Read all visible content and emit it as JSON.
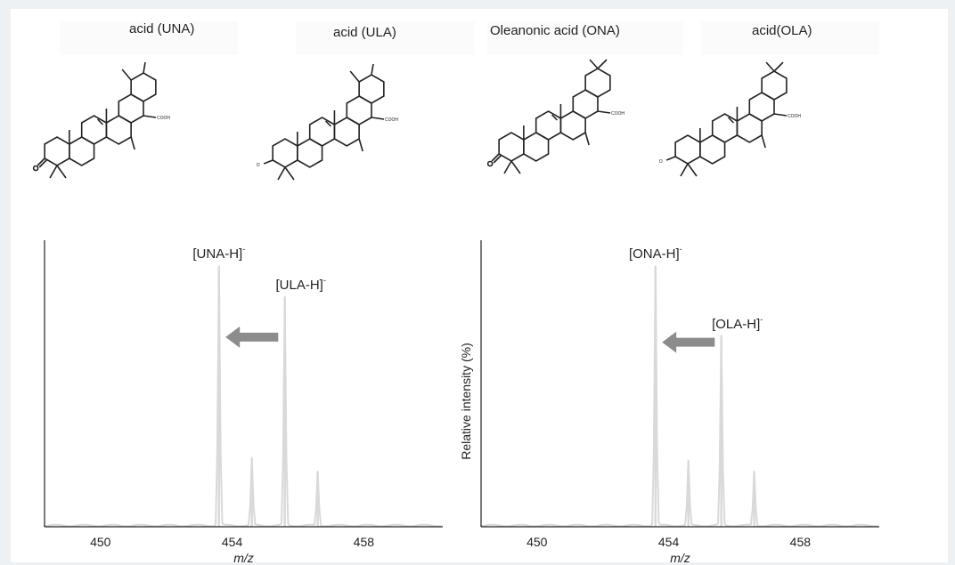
{
  "structures": [
    {
      "label": "acid (UNA)",
      "substituent": "=O",
      "cooh": "COOH"
    },
    {
      "label": "acid (ULA)",
      "substituent": "HO",
      "cooh": "COOH"
    },
    {
      "label": "Oleanonic acid (ONA)",
      "substituent": "=O",
      "cooh": "COOH"
    },
    {
      "label": "acid(OLA)",
      "substituent": "HO",
      "cooh": "COOH"
    }
  ],
  "colors": {
    "peak": "#d9d9d9",
    "axis": "#222222",
    "arrow": "#8c8c8c"
  },
  "chart_data": [
    {
      "type": "line",
      "xlabel": "m/z",
      "ylabel": "",
      "xlim": [
        448.3,
        460.4
      ],
      "ylim": [
        0,
        100
      ],
      "xticks": [
        450,
        454,
        458
      ],
      "grid": false,
      "peaks": [
        {
          "x": 453.6,
          "y": 100
        },
        {
          "x": 454.6,
          "y": 26
        },
        {
          "x": 455.6,
          "y": 88
        },
        {
          "x": 456.6,
          "y": 21
        }
      ],
      "annotations": [
        {
          "text": "[UNA-H]",
          "sup": "-",
          "x": 453.6
        },
        {
          "text": "[ULA-H]",
          "sup": "-",
          "x": 455.6
        }
      ],
      "arrow": {
        "from": 455.4,
        "to": 453.8,
        "y": 73
      }
    },
    {
      "type": "line",
      "xlabel": "m/z",
      "ylabel": "Relative intensity (%)",
      "xlim": [
        448.3,
        460.4
      ],
      "ylim": [
        0,
        100
      ],
      "xticks": [
        450,
        454,
        458
      ],
      "grid": false,
      "peaks": [
        {
          "x": 453.6,
          "y": 100
        },
        {
          "x": 454.6,
          "y": 25
        },
        {
          "x": 455.6,
          "y": 73
        },
        {
          "x": 456.6,
          "y": 21
        }
      ],
      "annotations": [
        {
          "text": "[ONA-H]",
          "sup": "-",
          "x": 453.6
        },
        {
          "text": "[OLA-H]",
          "sup": "-",
          "x": 455.6
        }
      ],
      "arrow": {
        "from": 455.4,
        "to": 453.8,
        "y": 71
      }
    }
  ]
}
